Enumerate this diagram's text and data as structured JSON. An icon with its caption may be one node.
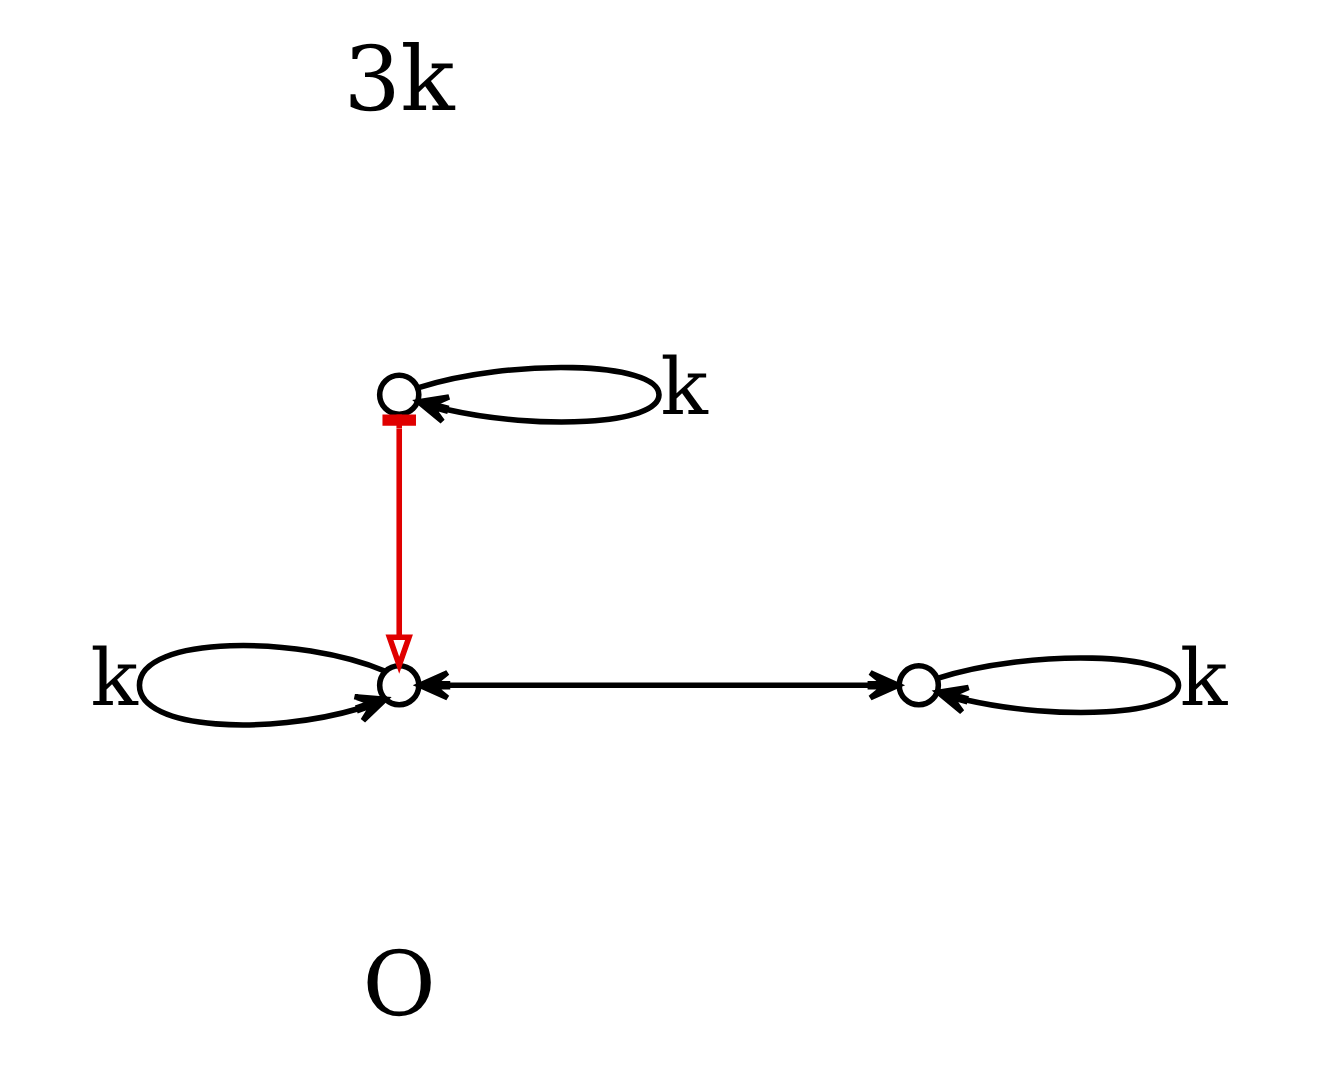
{
  "diagram": {
    "nodes": [
      {
        "text": [],
        "shape": "circle"
      },
      {
        "text": [],
        "shape": "circle"
      },
      {
        "text": [],
        "shape": "circle"
      }
    ],
    "edges": [
      {
        "from": 0,
        "to": 0,
        "arrow": "to",
        "label": "k"
      },
      {
        "from": 0,
        "to": 1,
        "arrow": "to",
        "color": "#e00000"
      },
      {
        "from": 1,
        "to": 1,
        "arrow": "to",
        "label": "k"
      },
      {
        "from": 1,
        "to": 2,
        "arrow": "both"
      },
      {
        "from": 2,
        "to": 2,
        "arrow": "to",
        "label": "k"
      }
    ],
    "labels": [
      "3k",
      "O"
    ]
  }
}
